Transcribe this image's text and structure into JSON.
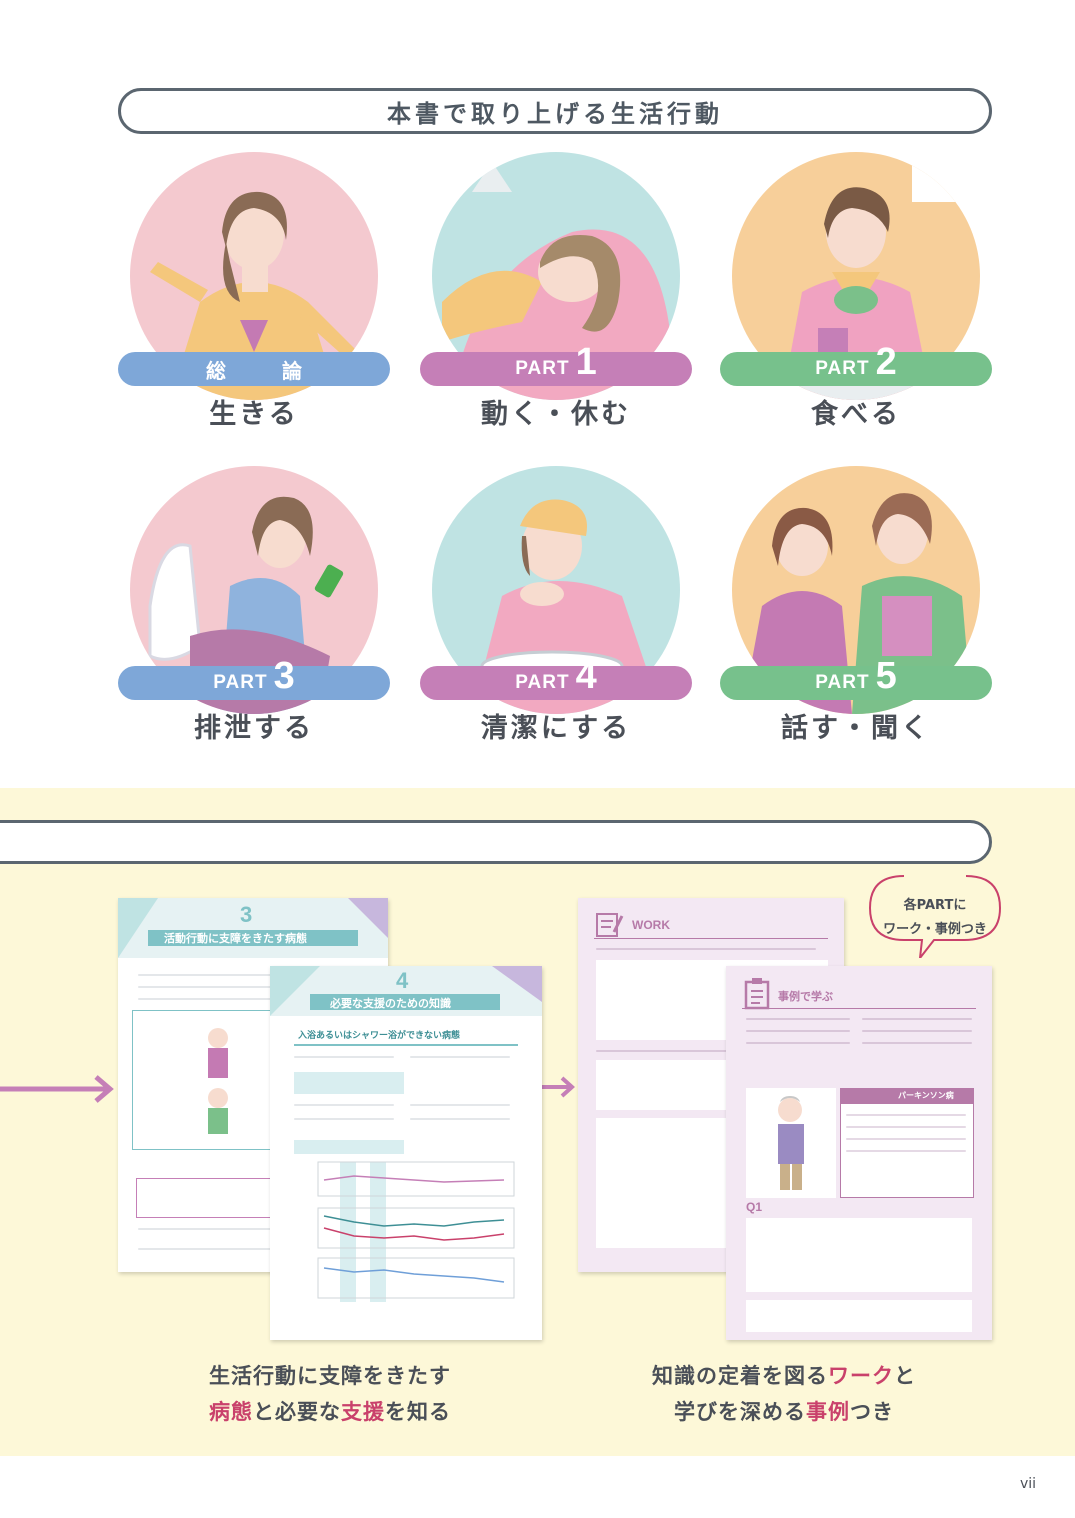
{
  "header": {
    "title": "本書で取り上げる生活行動"
  },
  "tiles": [
    {
      "badge_kanji": "総　論",
      "label": "生きる",
      "bar_color": "#7ea7d8",
      "bg": "#f4c9cf"
    },
    {
      "badge_part": "PART",
      "badge_num": "1",
      "label": "動く・休む",
      "bar_color": "#c57fb7",
      "bg": "#bfe3e3"
    },
    {
      "badge_part": "PART",
      "badge_num": "2",
      "label": "食べる",
      "bar_color": "#77c18c",
      "bg": "#f7cf9a"
    },
    {
      "badge_part": "PART",
      "badge_num": "3",
      "label": "排泄する",
      "bar_color": "#7ea7d8",
      "bg": "#f4c9cf"
    },
    {
      "badge_part": "PART",
      "badge_num": "4",
      "label": "清潔にする",
      "bar_color": "#c57fb7",
      "bg": "#bfe3e3"
    },
    {
      "badge_part": "PART",
      "badge_num": "5",
      "label": "話す・聞く",
      "bar_color": "#77c18c",
      "bg": "#f7cf9a"
    }
  ],
  "callout": {
    "line1": "各PARTに",
    "line2": "ワーク・事例つき"
  },
  "pages_left": {
    "back_num": "3",
    "back_title": "活動行動に支障をきたす病態",
    "front_num": "4",
    "front_title": "必要な支援のための知識",
    "front_subtitle": "入浴あるいはシャワー浴ができない病態"
  },
  "pages_right": {
    "back_label": "WORK",
    "front_label": "事例で学ぶ",
    "q_label": "Q1",
    "box_label": "パーキンソン病"
  },
  "captions": {
    "left_line1": "生活行動に支障をきたす",
    "left_hl1": "病態",
    "left_mid": "と必要な",
    "left_hl2": "支援",
    "left_end": "を知る",
    "right_start": "知識の定着を図る",
    "right_hl1": "ワーク",
    "right_mid": "と",
    "right_line2a": "学びを深める",
    "right_hl2": "事例",
    "right_line2b": "つき"
  },
  "page_number": "vii"
}
